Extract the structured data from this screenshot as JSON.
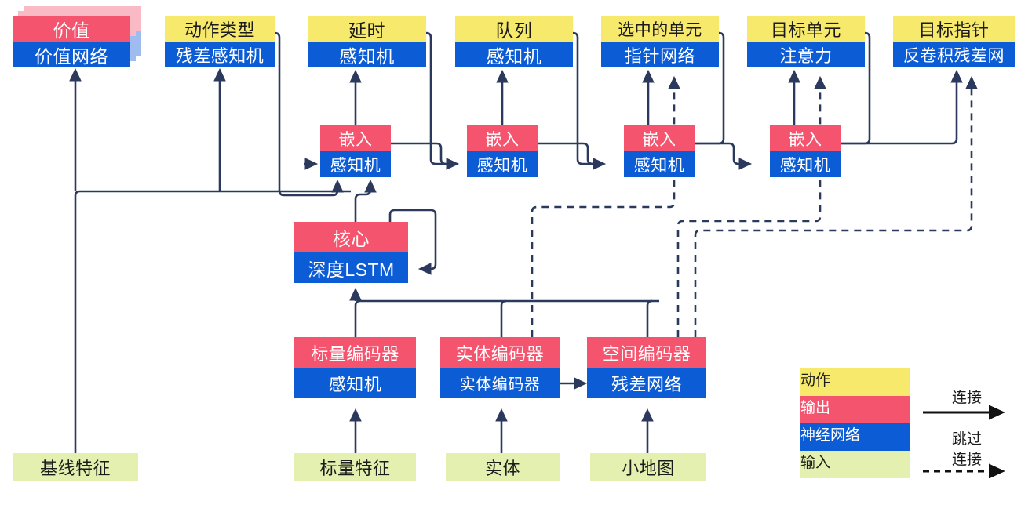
{
  "diagram": {
    "title": "AlphaStar-like agent architecture (Chinese labels)",
    "colors": {
      "action": "#F7E96B",
      "output": "#F5546E",
      "network": "#0B5CD5",
      "input": "#E4F0B0",
      "arrow": "#2B3A5C",
      "ghost_output": "#F9B9C5",
      "ghost_network": "#9EBCF0"
    },
    "outputs": [
      {
        "id": "value",
        "top": "价值",
        "bottom": "价值网络",
        "top_kind": "output",
        "bottom_kind": "net",
        "stacked": true
      },
      {
        "id": "action_type",
        "top": "动作类型",
        "bottom": "残差感知机",
        "top_kind": "action",
        "bottom_kind": "net",
        "stacked": false
      },
      {
        "id": "delay",
        "top": "延时",
        "bottom": "感知机",
        "top_kind": "action",
        "bottom_kind": "net",
        "stacked": false
      },
      {
        "id": "queue",
        "top": "队列",
        "bottom": "感知机",
        "top_kind": "action",
        "bottom_kind": "net",
        "stacked": false
      },
      {
        "id": "selected",
        "top": "选中的单元",
        "bottom": "指针网络",
        "top_kind": "action",
        "bottom_kind": "net",
        "stacked": false
      },
      {
        "id": "target_unit",
        "top": "目标单元",
        "bottom": "注意力",
        "top_kind": "action",
        "bottom_kind": "net",
        "stacked": false
      },
      {
        "id": "target_point",
        "top": "目标指针",
        "bottom": "反卷积残差网",
        "top_kind": "action",
        "bottom_kind": "net",
        "stacked": false
      }
    ],
    "embeds": [
      {
        "id": "embed1",
        "top": "嵌入",
        "bottom": "感知机"
      },
      {
        "id": "embed2",
        "top": "嵌入",
        "bottom": "感知机"
      },
      {
        "id": "embed3",
        "top": "嵌入",
        "bottom": "感知机"
      },
      {
        "id": "embed4",
        "top": "嵌入",
        "bottom": "感知机"
      }
    ],
    "core": {
      "id": "core",
      "top": "核心",
      "bottom": "深度LSTM"
    },
    "encoders": [
      {
        "id": "scalar_encoder",
        "top": "标量编码器",
        "bottom": "感知机"
      },
      {
        "id": "entity_encoder",
        "top": "实体编码器",
        "bottom": "实体编码器"
      },
      {
        "id": "spatial_encoder",
        "top": "空间编码器",
        "bottom": "残差网络"
      }
    ],
    "inputs": [
      {
        "id": "baseline_features",
        "label": "基线特征"
      },
      {
        "id": "scalar_features",
        "label": "标量特征"
      },
      {
        "id": "entities",
        "label": "实体"
      },
      {
        "id": "minimap",
        "label": "小地图"
      }
    ],
    "legend": {
      "swatches": [
        {
          "id": "legend-action",
          "label": "动作",
          "kind": "action"
        },
        {
          "id": "legend-output",
          "label": "输出",
          "kind": "output"
        },
        {
          "id": "legend-network",
          "label": "神经网络",
          "kind": "net"
        },
        {
          "id": "legend-input",
          "label": "输入",
          "kind": "input"
        }
      ],
      "connection_label": "连接",
      "skip_label_line1": "跳过",
      "skip_label_line2": "连接"
    }
  }
}
